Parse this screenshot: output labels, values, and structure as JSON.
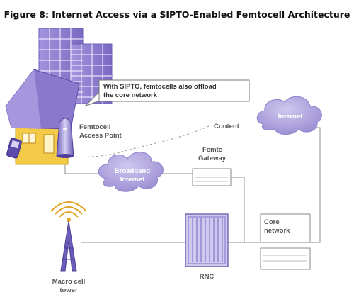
{
  "title": "Figure 8: Internet Access via a SIPTO-Enabled Femtocell Architecture",
  "callout": {
    "line1": "With SIPTO, femtocells also offload",
    "line2": "the core network"
  },
  "labels": {
    "femto_ap_1": "Femtocell",
    "femto_ap_2": "Access Point",
    "content": "Content",
    "femto_gw_1": "Femto",
    "femto_gw_2": "Gateway",
    "broadband_1": "Broadband",
    "broadband_2": "Internet",
    "internet": "Internet",
    "core_1": "Core",
    "core_2": "network",
    "rnc": "RNC",
    "macro_1": "Macro cell",
    "macro_2": "tower"
  },
  "colors": {
    "cloud": "#a79bd6",
    "cloud_highlight": "#c8c0ea",
    "building": "#8f7fd0",
    "house_wall": "#f3c948",
    "house_roof": "#8978cc",
    "equipment": "#c9c3ea"
  }
}
